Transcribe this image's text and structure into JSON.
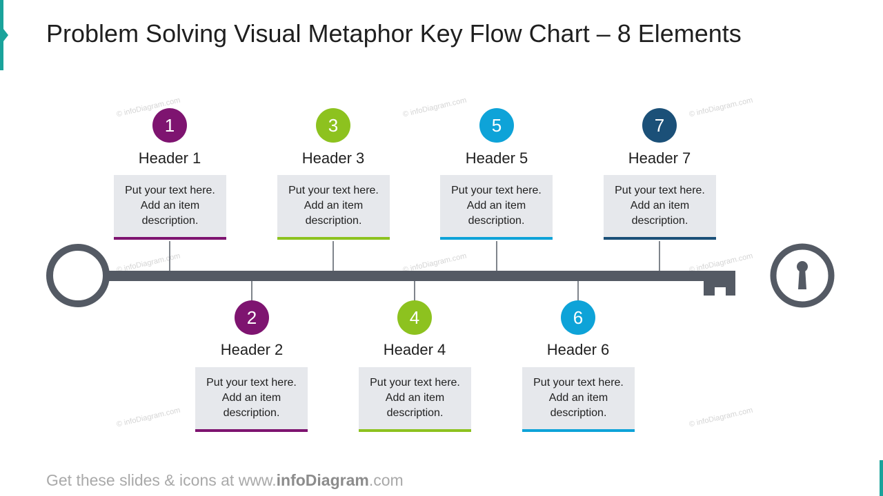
{
  "title": "Problem Solving Visual Metaphor Key Flow Chart – 8 Elements",
  "watermark": "© infoDiagram.com",
  "colors": {
    "purple": "#7e1470",
    "lime": "#8dc21f",
    "sky": "#0ea3d8",
    "navy": "#1b5078",
    "key": "#545a64",
    "box": "#e6e8ec",
    "accent": "#1aa39b"
  },
  "steps": [
    {
      "number": "1",
      "header": "Header 1",
      "text": "Put your text here.\nAdd an item\ndescription."
    },
    {
      "number": "2",
      "header": "Header 2",
      "text": "Put your text here.\nAdd an item\ndescription."
    },
    {
      "number": "3",
      "header": "Header 3",
      "text": "Put your text here.\nAdd an item\ndescription."
    },
    {
      "number": "4",
      "header": "Header 4",
      "text": "Put your text here.\nAdd an item\ndescription."
    },
    {
      "number": "5",
      "header": "Header 5",
      "text": "Put your text here.\nAdd an item\ndescription."
    },
    {
      "number": "6",
      "header": "Header 6",
      "text": "Put your text here.\nAdd an item\ndescription."
    },
    {
      "number": "7",
      "header": "Header 7",
      "text": "Put your text here.\nAdd an item\ndescription."
    }
  ],
  "icons": {
    "key": "key-icon",
    "keyhole": "keyhole-icon"
  },
  "footer": {
    "prefix": "Get these slides & icons at www.",
    "brand": "infoDiagram",
    "suffix": ".com"
  }
}
